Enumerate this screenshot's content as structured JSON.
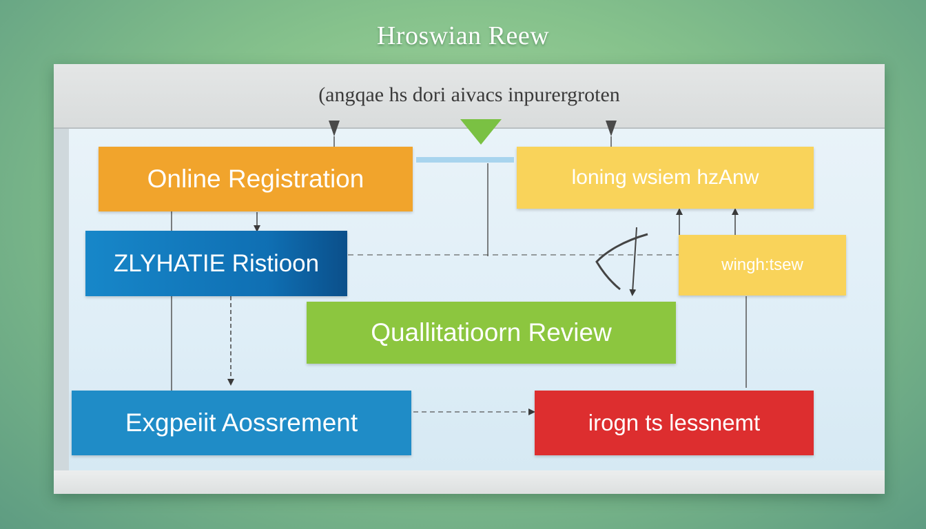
{
  "title": "Hroswian Reew",
  "subtitle": "(angqae hs dori aivacs inpurergroten",
  "boxes": {
    "online": "Online Registration",
    "auto": "ZLYHATIE Ristioon",
    "qualification": "Quallitatioorn Review",
    "expert": "Exgpeiit Aossrement",
    "longterm": "loning wsiem hzAnw",
    "weighted": "wingh:tsew",
    "risk": "irogn ts lessnemt"
  },
  "colors": {
    "orange": "#f1a42c",
    "blue": "#1787c9",
    "green": "#8cc63f",
    "yellow": "#f9d35a",
    "red": "#dd2e2f",
    "accent_triangle": "#7ac143"
  }
}
